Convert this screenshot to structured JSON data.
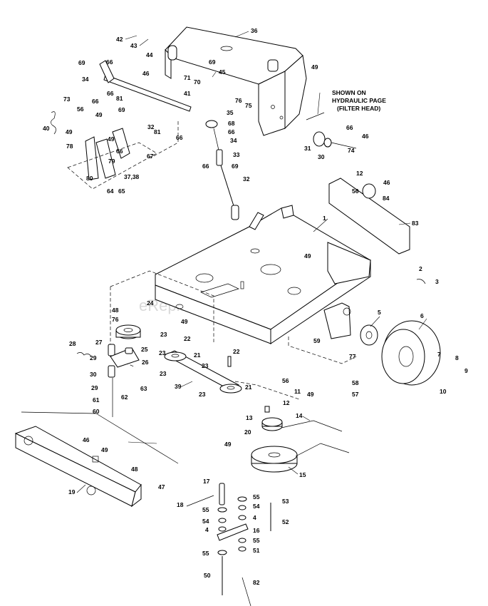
{
  "note": {
    "line1": "SHOWN ON",
    "line2": "HYDRAULIC PAGE",
    "line3": "(FILTER HEAD)"
  },
  "watermark": "eReplacementParts.com",
  "callouts": {
    "c1": "1",
    "c2": "2",
    "c3": "3",
    "c4a": "4",
    "c4b": "4",
    "c5": "5",
    "c6": "6",
    "c7": "7",
    "c8": "8",
    "c9": "9",
    "c10": "10",
    "c11": "11",
    "c12a": "12",
    "c12b": "12",
    "c13": "13",
    "c14": "14",
    "c15": "15",
    "c16": "16",
    "c17": "17",
    "c18": "18",
    "c19": "19",
    "c20": "20",
    "c21a": "21",
    "c21b": "21",
    "c22a": "22",
    "c22b": "22",
    "c23a": "23",
    "c23b": "23",
    "c23c": "23",
    "c23d": "23",
    "c24": "24",
    "c25": "25",
    "c26": "26",
    "c27": "27",
    "c28": "28",
    "c29a": "29",
    "c29b": "29",
    "c30a": "30",
    "c30b": "30",
    "c31": "31",
    "c32a": "32",
    "c32b": "32",
    "c33": "33",
    "c34a": "34",
    "c34b": "34",
    "c35": "35",
    "c36": "36",
    "c3738": "37,38",
    "c39": "39",
    "c40": "40",
    "c41": "41",
    "c42": "42",
    "c43": "43",
    "c44": "44",
    "c45": "45",
    "c46a": "46",
    "c46b": "46",
    "c46c": "46",
    "c46d": "46",
    "c47": "47",
    "c48a": "48",
    "c48b": "48",
    "c49a": "49",
    "c49b": "49",
    "c49c": "49",
    "c49d": "49",
    "c49e": "49",
    "c49f": "49",
    "c49g": "49",
    "c49h": "49",
    "c50": "50",
    "c51": "51",
    "c52": "52",
    "c53": "53",
    "c54a": "54",
    "c54b": "54",
    "c55a": "55",
    "c55b": "55",
    "c55c": "55",
    "c55d": "55",
    "c56a": "56",
    "c56b": "56",
    "c56c": "56",
    "c57": "57",
    "c58": "58",
    "c59": "59",
    "c60": "60",
    "c61": "61",
    "c62": "62",
    "c63": "63",
    "c64": "64",
    "c65": "65",
    "c66a": "66",
    "c66b": "66",
    "c66c": "66",
    "c66d": "66",
    "c66e": "66",
    "c66f": "66",
    "c67": "67",
    "c68": "68",
    "c69a": "69",
    "c69b": "69",
    "c69c": "69",
    "c69d": "69",
    "c70": "70",
    "c71": "71",
    "c73": "73",
    "c74": "74",
    "c75": "75",
    "c76a": "76",
    "c76b": "76",
    "c77": "77",
    "c78": "78",
    "c79": "79",
    "c80": "80",
    "c81a": "81",
    "c81b": "81",
    "c82": "82",
    "c83": "83",
    "c84": "84"
  }
}
